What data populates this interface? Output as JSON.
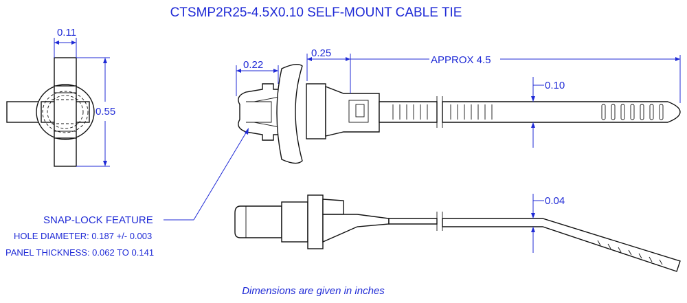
{
  "title": "CTSMP2R25-4.5X0.10 SELF-MOUNT CABLE TIE",
  "dimensions": {
    "head_width": "0.11",
    "head_height": "0.55",
    "snap_lock_length": "0.22",
    "base_length": "0.25",
    "overall_length": "APPROX 4.5",
    "strap_width": "0.10",
    "strap_thickness": "0.04"
  },
  "feature": {
    "label": "SNAP-LOCK FEATURE",
    "hole_diameter": "HOLE DIAMETER: 0.187 +/- 0.003",
    "panel_thickness": "PANEL THICKNESS:  0.062 TO 0.141"
  },
  "note": "Dimensions are given in inches",
  "colors": {
    "annotation": "#1f2ad6",
    "outline": "#111111"
  }
}
